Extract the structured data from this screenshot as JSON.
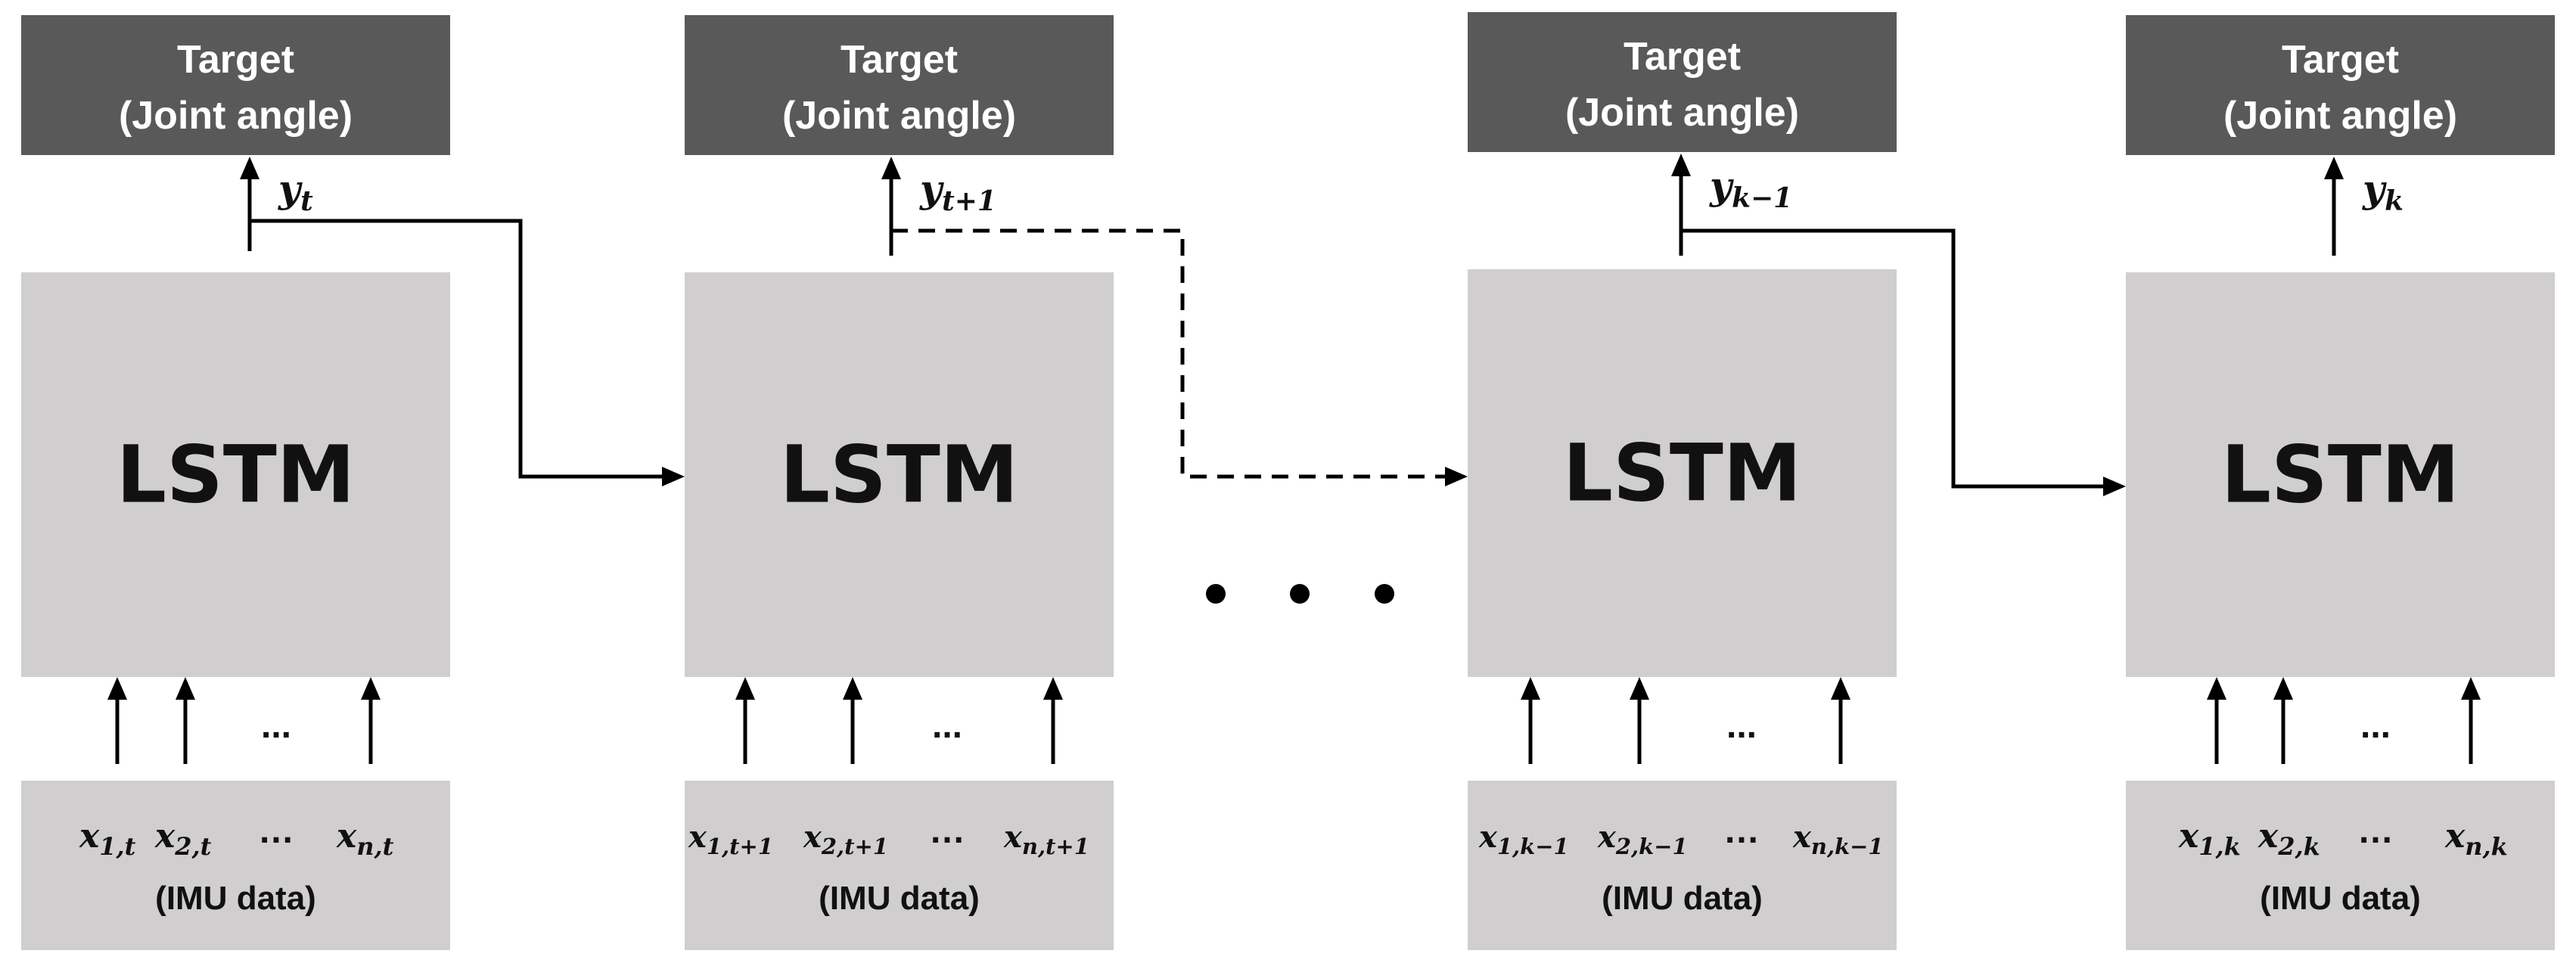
{
  "target_label": {
    "line1": "Target",
    "line2": "(Joint angle)"
  },
  "lstm_label": "LSTM",
  "imu_label": "(IMU data)",
  "input_ellipsis": "...",
  "ellipsis": "…",
  "blocks": [
    {
      "y": {
        "base": "y",
        "sub": "t"
      },
      "x": [
        {
          "base": "x",
          "sub": "1,t"
        },
        {
          "base": "x",
          "sub": "2,t"
        },
        {
          "base": "x",
          "sub": "n,t"
        }
      ]
    },
    {
      "y": {
        "base": "y",
        "sub": "t+1"
      },
      "x": [
        {
          "base": "x",
          "sub": "1,t+1"
        },
        {
          "base": "x",
          "sub": "2,t+1"
        },
        {
          "base": "x",
          "sub": "n,t+1"
        }
      ]
    },
    {
      "y": {
        "base": "y",
        "sub": "k−1"
      },
      "x": [
        {
          "base": "x",
          "sub": "1,k−1"
        },
        {
          "base": "x",
          "sub": "2,k−1"
        },
        {
          "base": "x",
          "sub": "n,k−1"
        }
      ]
    },
    {
      "y": {
        "base": "y",
        "sub": "k"
      },
      "x": [
        {
          "base": "x",
          "sub": "1,k"
        },
        {
          "base": "x",
          "sub": "2,k"
        },
        {
          "base": "x",
          "sub": "n,k"
        }
      ]
    }
  ],
  "connectors": [
    {
      "from": 0,
      "to": 1,
      "style": "solid"
    },
    {
      "from": 1,
      "to": 2,
      "style": "dashed"
    },
    {
      "from": 2,
      "to": 3,
      "style": "solid"
    }
  ],
  "colors": {
    "target_box": "#595959",
    "lstm_box": "#d0cece",
    "imu_box": "#d0cece",
    "arrows": "#000000"
  }
}
